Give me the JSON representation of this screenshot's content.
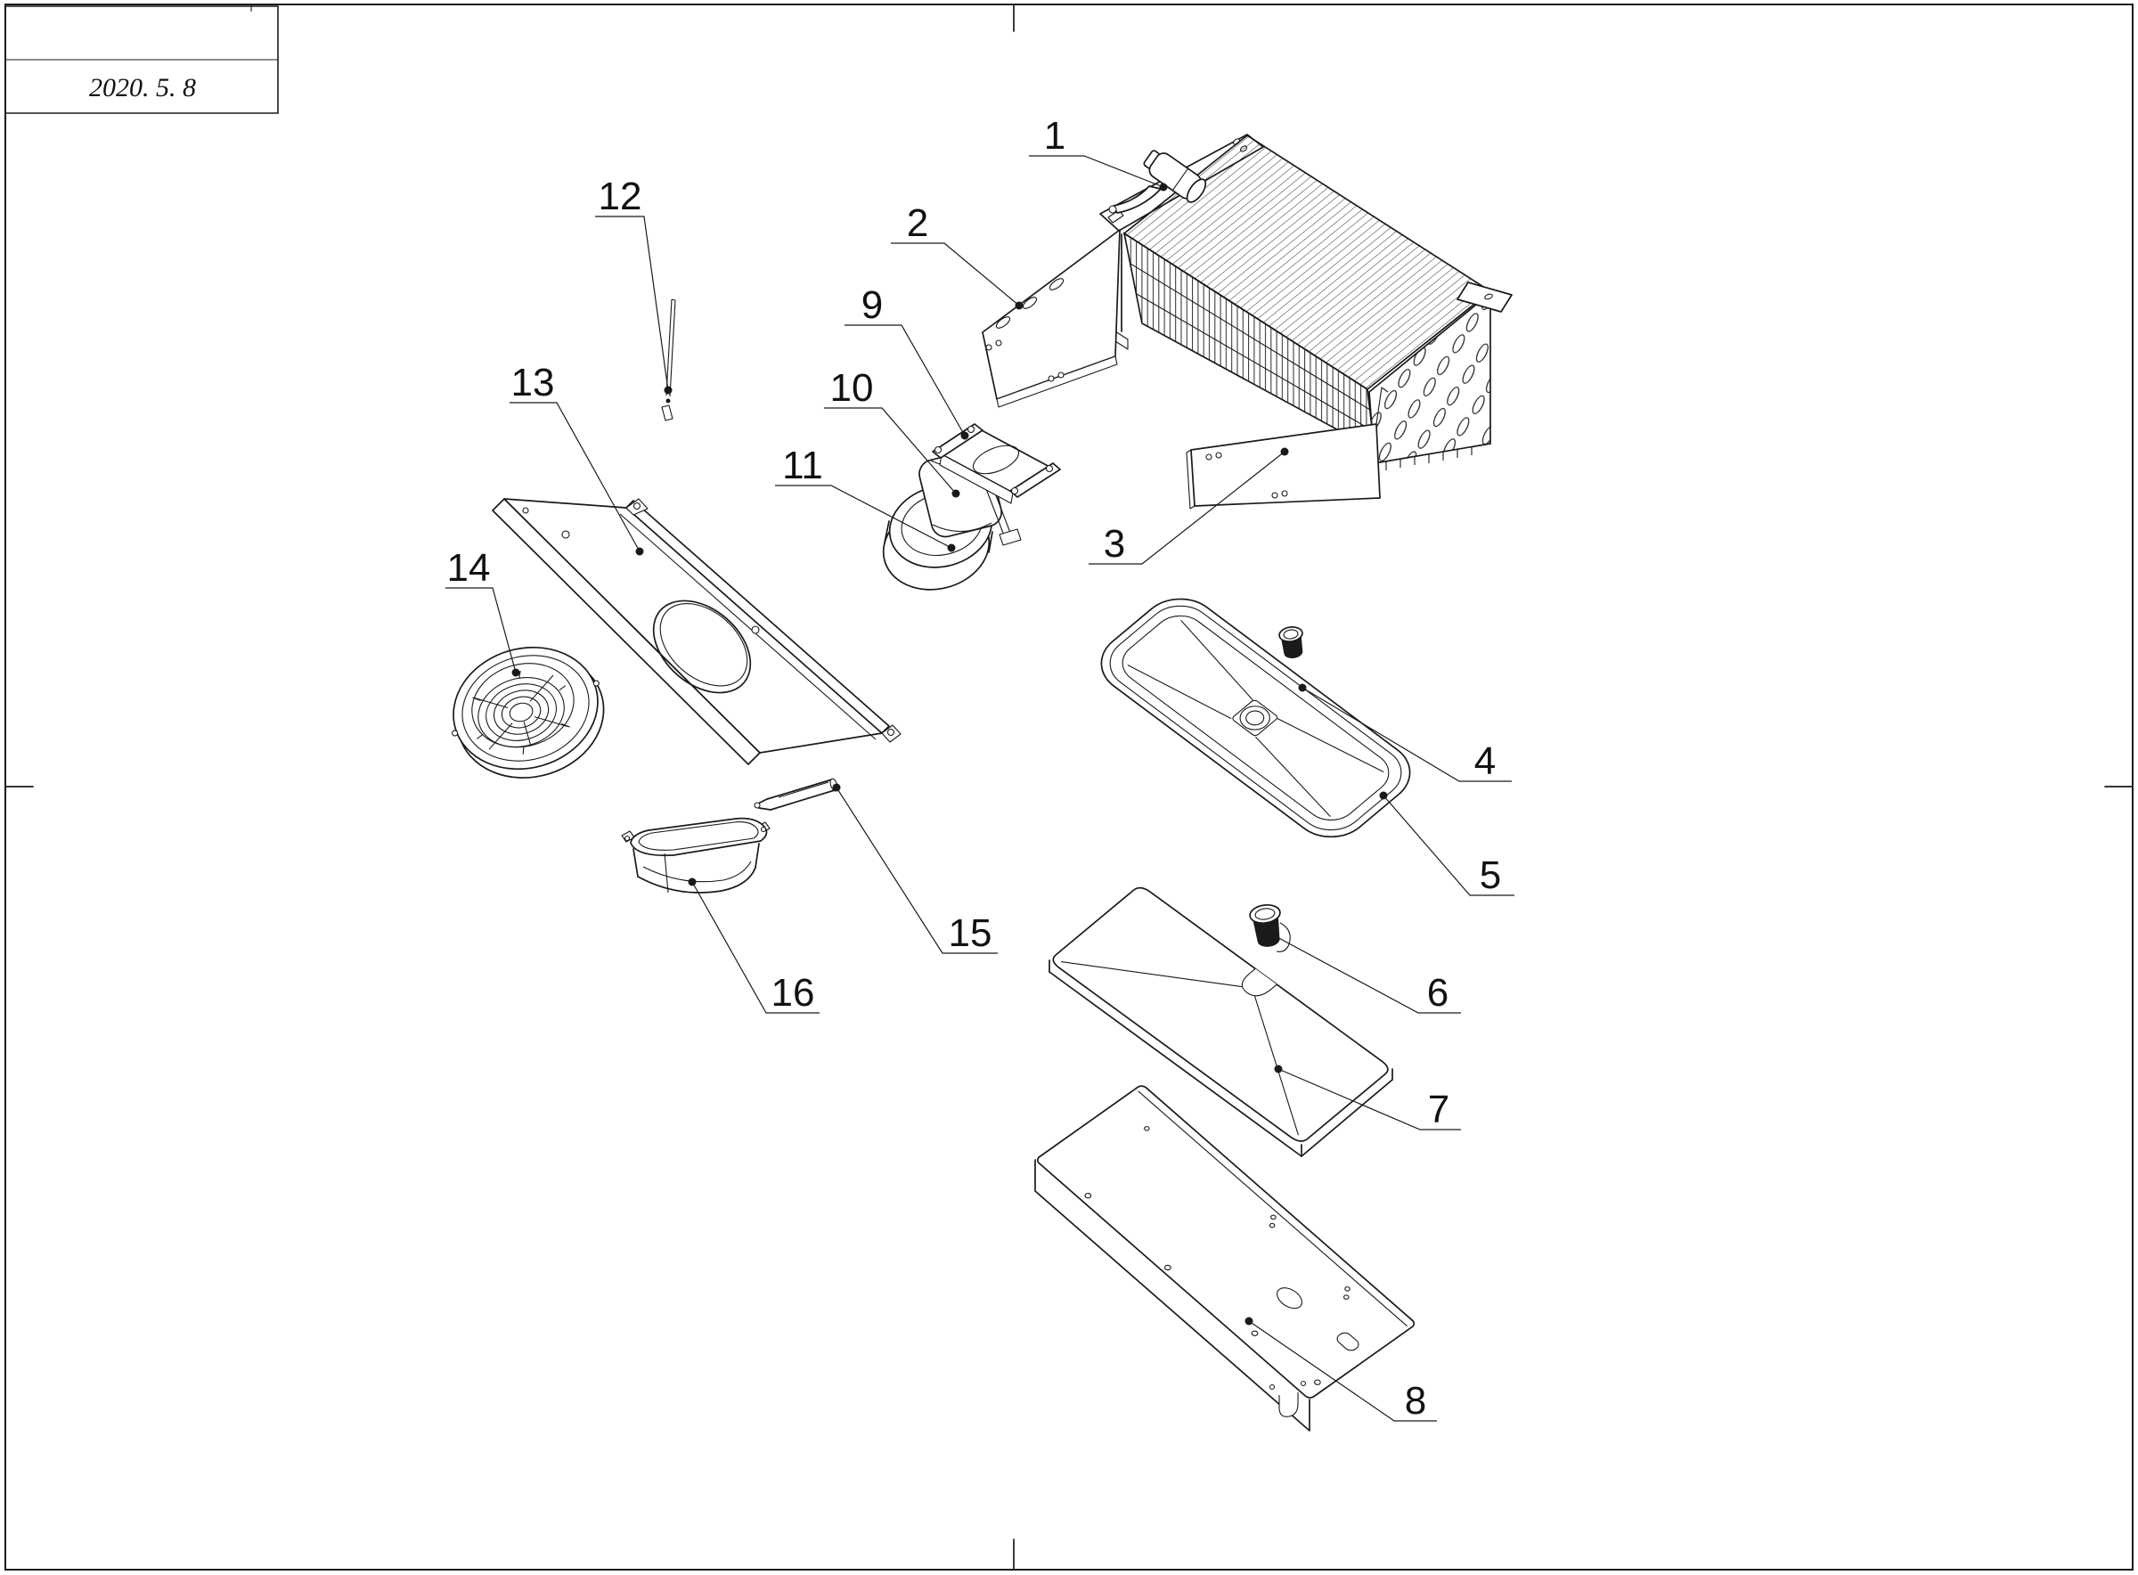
{
  "sheet": {
    "date": "2020. 5. 8"
  },
  "diagram": {
    "callouts": [
      {
        "label": "1"
      },
      {
        "label": "2"
      },
      {
        "label": "3"
      },
      {
        "label": "4"
      },
      {
        "label": "5"
      },
      {
        "label": "6"
      },
      {
        "label": "7"
      },
      {
        "label": "8"
      },
      {
        "label": "9"
      },
      {
        "label": "10"
      },
      {
        "label": "11"
      },
      {
        "label": "12"
      },
      {
        "label": "13"
      },
      {
        "label": "14"
      },
      {
        "label": "15"
      },
      {
        "label": "16"
      }
    ]
  }
}
